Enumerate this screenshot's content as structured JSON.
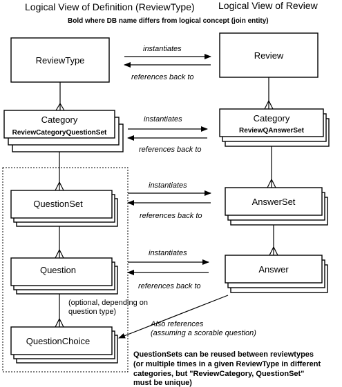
{
  "header": {
    "left_title": "Logical View of Definition (ReviewType)",
    "right_title": "Logical View of Review",
    "subtitle": "Bold where DB name differs  from logical concept (join entity)"
  },
  "left": {
    "review_type": "ReviewType",
    "category": "Category",
    "category_db": "ReviewCategoryQuestionSet",
    "question_set": "QuestionSet",
    "question": "Question",
    "question_choice": "QuestionChoice"
  },
  "right": {
    "review": "Review",
    "category": "Category",
    "category_db": "ReviewQAnswerSet",
    "answer_set": "AnswerSet",
    "answer": "Answer"
  },
  "relations": {
    "instantiates": "instantiates",
    "references_back": "references back to"
  },
  "notes": {
    "optional_line1": "(optional, depending on",
    "optional_line2": "question type)",
    "also_line1": "Also references",
    "also_line2": "(assuming a scorable question)",
    "reuse_line1": "QuestionSets can be reused between reviewtypes",
    "reuse_line2": "(or multiple times in a given ReviewType in different",
    "reuse_line3": "categories, but \"ReviewCategory, QuestionSet\"",
    "reuse_line4": "must be unique)"
  }
}
